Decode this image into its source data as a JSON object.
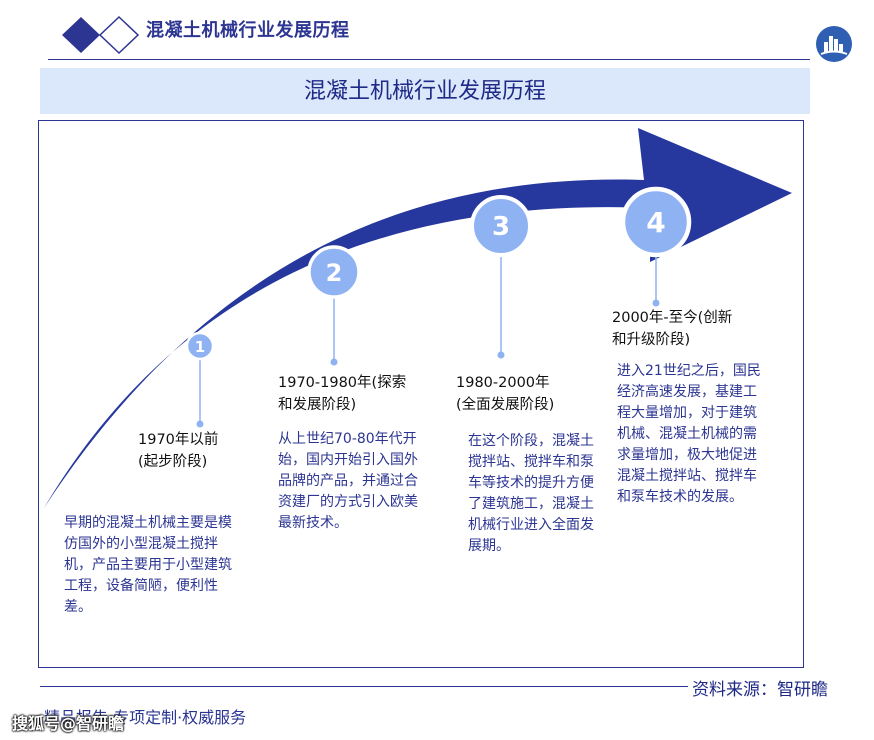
{
  "header": {
    "title": "混凝土机械行业发展历程"
  },
  "banner": {
    "title": "混凝土机械行业发展历程"
  },
  "stages": [
    {
      "number": "1",
      "title_lines": [
        "1970年以前",
        "(起步阶段)"
      ],
      "description": "早期的混凝土机械主要是模仿国外的小型混凝土搅拌机，产品主要用于小型建筑工程，设备简陋，便利性差。"
    },
    {
      "number": "2",
      "title_lines": [
        "1970-1980年(探索",
        "和发展阶段)"
      ],
      "description": "从上世纪70-80年代开始，国内开始引入国外品牌的产品，并通过合资建厂的方式引入欧美最新技术。"
    },
    {
      "number": "3",
      "title_lines": [
        "1980-2000年",
        "(全面发展阶段)"
      ],
      "description": "在这个阶段，混凝土搅拌站、搅拌车和泵车等技术的提升方便了建筑施工，混凝土机械行业进入全面发展期。"
    },
    {
      "number": "4",
      "title_lines": [
        "2000年-至今(创新",
        "和升级阶段)"
      ],
      "description": "进入21世纪之后，国民经济高速发展，基建工程大量增加，对于建筑机械、混凝土机械的需求量增加，极大地促进混凝土搅拌站、搅拌车和泵车技术的发展。"
    }
  ],
  "footer": {
    "source": "资料来源：智研瞻",
    "tagline": "精品报告·专项定制·权威服务"
  },
  "watermark": "搜狐号@智研瞻",
  "colors": {
    "arrow": "#26389e",
    "accent": "#2c3592",
    "circle": "#8fb2f2",
    "banner": "#dbe7fb"
  }
}
